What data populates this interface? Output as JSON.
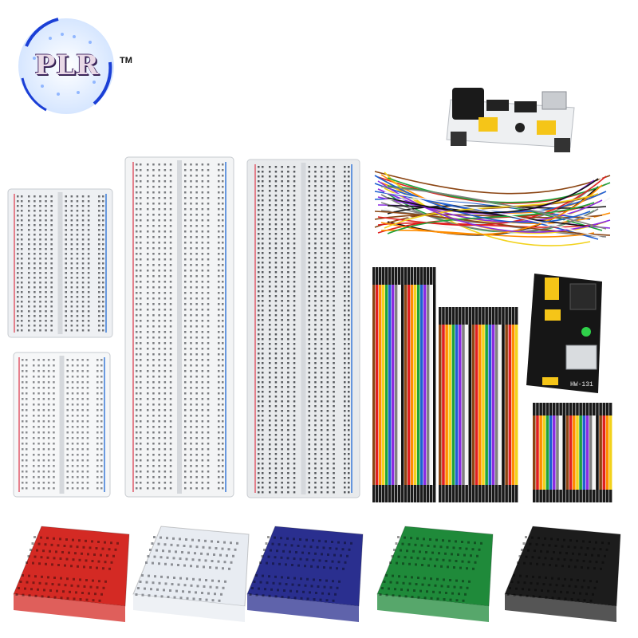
{
  "logo": {
    "text": "PLR",
    "trademark": "TM"
  },
  "power_module_label": "HW-131",
  "mini_breadboard_colors": [
    "#d42a24",
    "#e8ecf2",
    "#2a2f8f",
    "#1f8a3a",
    "#1c1c1c"
  ],
  "jumper_wire_colors": [
    "#8b4513",
    "#e02020",
    "#ff8c00",
    "#f2d21b",
    "#1fa33a",
    "#1f5fd1",
    "#8a2be2",
    "#808080",
    "#f5f5f5",
    "#111111"
  ]
}
